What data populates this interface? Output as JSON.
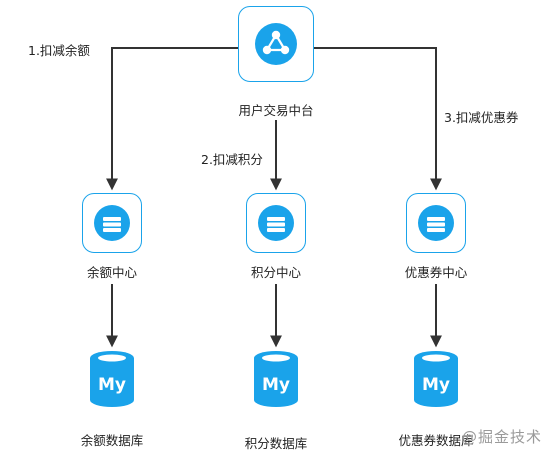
{
  "nodes": {
    "trade": {
      "label": "用户交易中台"
    },
    "balance": {
      "label": "余额中心",
      "db_label": "余额数据库"
    },
    "points": {
      "label": "积分中心",
      "db_label": "积分数据库"
    },
    "coupon": {
      "label": "优惠券中心",
      "db_label": "优惠券数据库"
    }
  },
  "edges": {
    "to_balance": "1.扣减余额",
    "to_points": "2.扣减积分",
    "to_coupon": "3.扣减优惠券"
  },
  "db_logo_text": "My",
  "watermark": "@掘金技术",
  "colors": {
    "accent": "#1aa3ea",
    "line": "#333333"
  }
}
